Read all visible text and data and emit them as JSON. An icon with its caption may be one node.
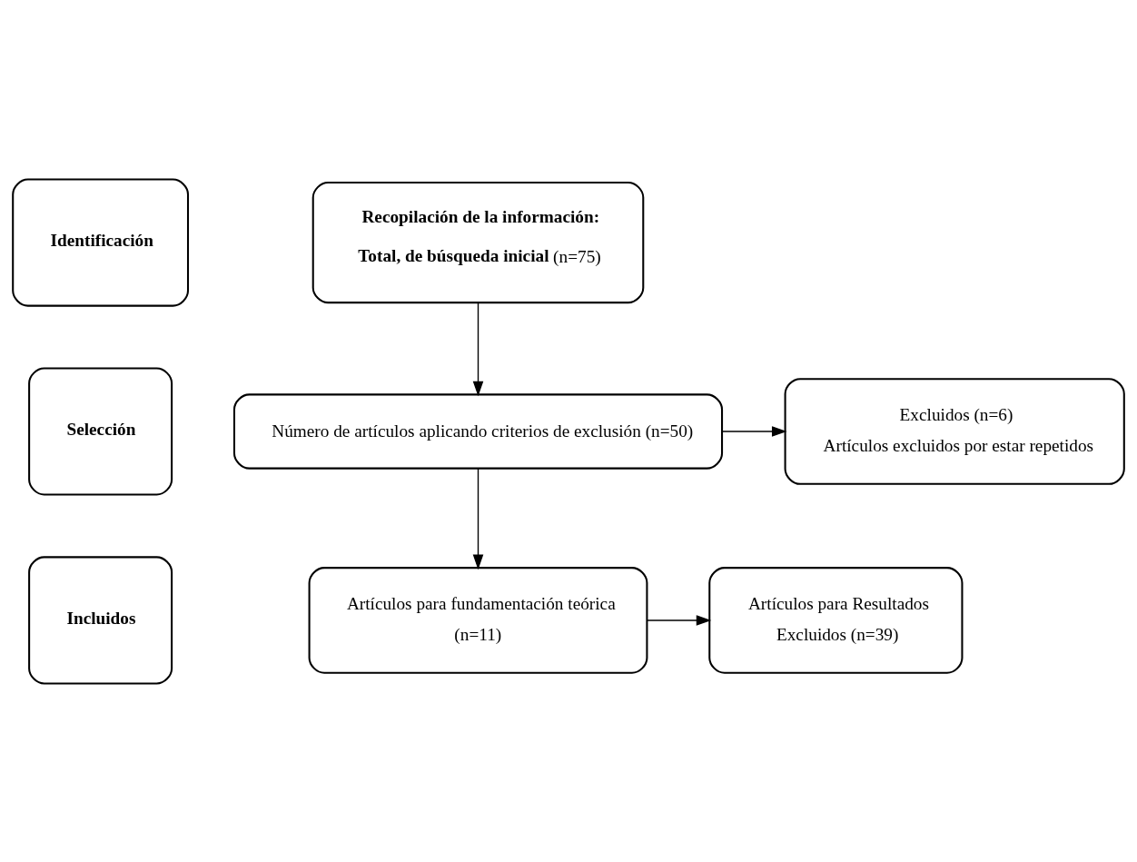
{
  "diagram": {
    "nodes": [
      {
        "text": [
          "Identificación"
        ]
      },
      {
        "text": [
          "Recopilación de la información:",
          "**Total, de búsqueda inicial** (n=75)"
        ]
      },
      {
        "text": [
          "Selección"
        ]
      },
      {
        "text": [
          "Número de artículos aplicando criterios de exclusión (n=50)"
        ]
      },
      {
        "text": [
          "Excluidos (n=6)",
          "Artículos excluidos por estar repetidos"
        ]
      },
      {
        "text": [
          "Incluidos"
        ]
      },
      {
        "text": [
          "Artículos para fundamentación teórica",
          "(n=11)"
        ]
      },
      {
        "text": [
          "Artículos para Resultados",
          "Excluidos (n=39)"
        ]
      }
    ],
    "edges": [
      {
        "from": 1,
        "to": 3,
        "arrow": "to"
      },
      {
        "from": 3,
        "to": 4,
        "arrow": "to"
      },
      {
        "from": 3,
        "to": 6,
        "arrow": "to"
      },
      {
        "from": 6,
        "to": 7,
        "arrow": "to"
      }
    ]
  }
}
